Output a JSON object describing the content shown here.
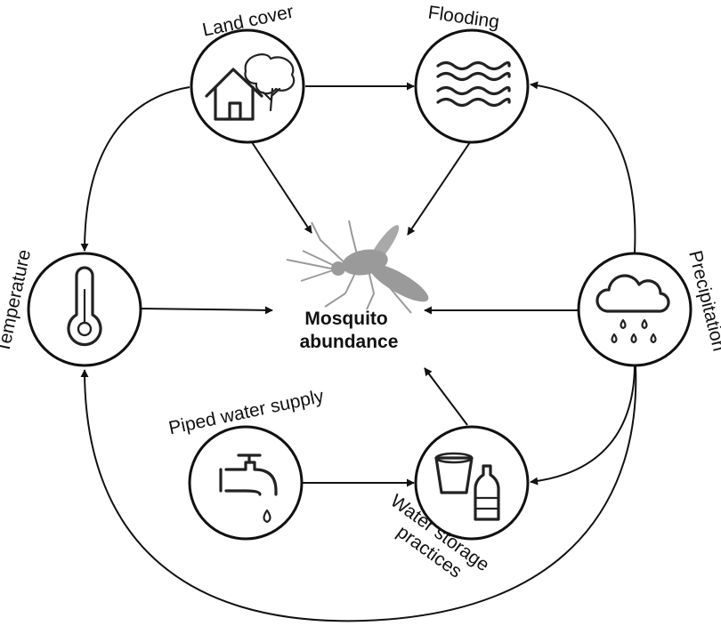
{
  "nodes": {
    "land_cover": {
      "label": "Land cover",
      "icon": "house-tree-icon"
    },
    "flooding": {
      "label": "Flooding",
      "icon": "waves-icon"
    },
    "temperature": {
      "label": "Temperature",
      "icon": "thermometer-icon"
    },
    "precipitation": {
      "label": "Precipitation",
      "icon": "rain-cloud-icon"
    },
    "piped_water": {
      "label": "Piped water supply",
      "icon": "water-tap-icon"
    },
    "water_storage": {
      "label_lines": [
        "Water storage",
        "practices"
      ],
      "icon": "bucket-bottle-icon"
    }
  },
  "center": {
    "lines": [
      "Mosquito",
      "abundance"
    ],
    "icon": "mosquito-icon"
  },
  "colors": {
    "stroke": "#111111",
    "mosquito": "#9a9a9a"
  }
}
